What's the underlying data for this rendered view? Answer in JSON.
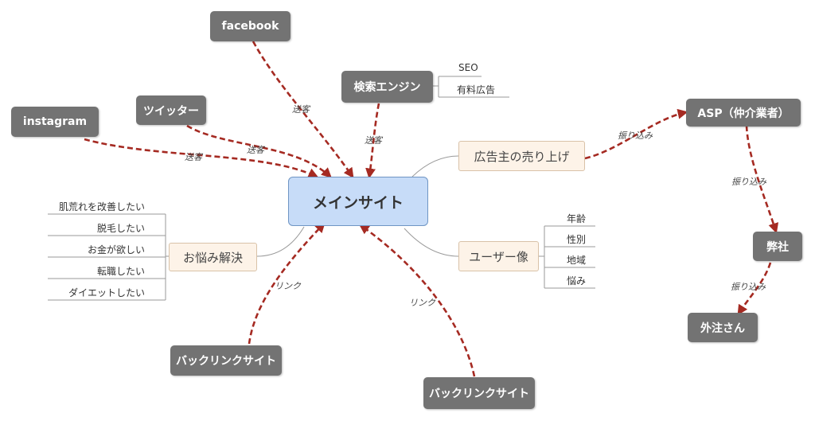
{
  "nodes": {
    "main": "メインサイト",
    "facebook": "facebook",
    "instagram": "instagram",
    "twitter": "ツイッター",
    "search_engine": "検索エンジン",
    "advertiser_sales": "広告主の売り上げ",
    "user_persona": "ユーザー像",
    "problem_solving": "お悩み解決",
    "backlink_site_left": "バックリンクサイト",
    "backlink_site_bottom": "バックリンクサイト",
    "asp": "ASP（仲介業者）",
    "our_company": "弊社",
    "outsourcer": "外注さん"
  },
  "search_engine_branches": [
    "SEO",
    "有料広告"
  ],
  "user_persona_branches": [
    "年齢",
    "性別",
    "地域",
    "悩み"
  ],
  "problem_branches": [
    "肌荒れを改善したい",
    "脱毛したい",
    "お金が欲しい",
    "転職したい",
    "ダイエットしたい"
  ],
  "edge_labels": {
    "facebook": "送客",
    "instagram": "送客",
    "twitter": "送客",
    "search_engine": "送客",
    "backlink_left": "リンク",
    "backlink_bottom": "リンク",
    "sales_to_asp": "振り込み",
    "asp_to_company": "振り込み",
    "company_to_outsourcer": "振り込み"
  },
  "colors": {
    "arrow": "#a52a22",
    "dark_node": "#737373",
    "main_node": "#c7dcf8",
    "cream_node": "#fdf3e8"
  }
}
